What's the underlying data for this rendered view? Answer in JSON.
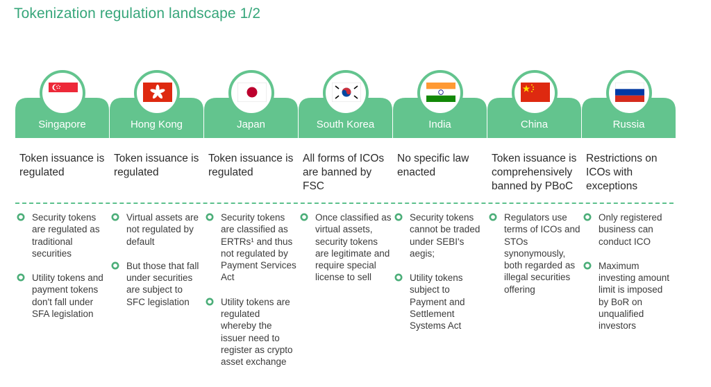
{
  "title": "Tokenization regulation landscape 1/2",
  "colors": {
    "accent": "#63c48e",
    "accent_dark": "#4cae79",
    "title": "#36a67a"
  },
  "columns": [
    {
      "country": "Singapore",
      "flag_icon": "singapore-flag-icon",
      "headline": "Token issuance is regulated",
      "bullets": [
        "Security tokens are regulated as traditional securities",
        "Utility tokens and payment tokens don't fall under SFA legislation"
      ]
    },
    {
      "country": "Hong Kong",
      "flag_icon": "hong-kong-flag-icon",
      "headline": "Token issuance is regulated",
      "bullets": [
        "Virtual assets are not regulated by default",
        "But those that fall under securities are subject to SFC legislation"
      ]
    },
    {
      "country": "Japan",
      "flag_icon": "japan-flag-icon",
      "headline": "Token issuance is regulated",
      "bullets": [
        "Security tokens are classified as ERTRs¹ and thus not regulated by Payment Services Act",
        "Utility tokens are regulated whereby the issuer need to register as crypto asset exchange"
      ]
    },
    {
      "country": "South Korea",
      "flag_icon": "south-korea-flag-icon",
      "headline": "All forms of ICOs are banned by FSC",
      "bullets": [
        "Once classified as virtual assets, security tokens are legitimate and require special license to sell"
      ]
    },
    {
      "country": "India",
      "flag_icon": "india-flag-icon",
      "headline": "No specific law enacted",
      "bullets": [
        "Security tokens cannot be traded under SEBI's aegis;",
        "Utility tokens subject to Payment and Settlement Systems Act"
      ]
    },
    {
      "country": "China",
      "flag_icon": "china-flag-icon",
      "headline": "Token issuance is comprehensively banned by PBoC",
      "bullets": [
        "Regulators use terms of ICOs and STOs synonymously, both regarded as illegal securities offering"
      ]
    },
    {
      "country": "Russia",
      "flag_icon": "russia-flag-icon",
      "headline": "Restrictions on ICOs with exceptions",
      "bullets": [
        "Only registered business can conduct ICO",
        "Maximum investing amount limit is imposed by BoR on unqualified investors"
      ]
    }
  ]
}
